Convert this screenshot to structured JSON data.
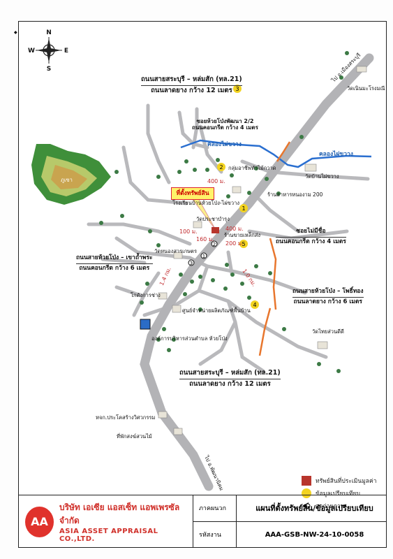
{
  "compass": {
    "n": "N",
    "s": "S",
    "e": "E",
    "w": "W"
  },
  "roads": {
    "main_top_line1": "ถนนสายสระบุรี – หล่มสัก (ทล.21)",
    "main_top_line2": "ถนนลาดยาง กว้าง 12 เมตร",
    "main_bottom_line1": "ถนนสายสระบุรี – หล่มสัก (ทล.21)",
    "main_bottom_line2": "ถนนลาดยาง กว้าง 12 เมตร",
    "soi_huaypong_line1": "ซอยห้วยโป่งพัฒนา 2/2",
    "soi_huaypong_line2": "ถนนคอนกรีต กว้าง 4 เมตร",
    "soi_noname_line1": "ซอยไม่มีชื่อ",
    "soi_noname_line2": "ถนนคอนกรีต กว้าง 4 เมตร",
    "huaypong_khaotham_line1": "ถนนสายห้วยโป่ง – เขาถ้ำพระ",
    "huaypong_khaotham_line2": "ถนนคอนกรีต กว้าง 6 เมตร",
    "huaypong_phothong_line1": "ถนนสายห้วยโป่ง – โพธิ์ทอง",
    "huaypong_phothong_line2": "ถนนลาดยาง กว้าง 6 เมตร",
    "to_top": "ไป อ.เมืองสระบุรี",
    "to_bottom": "ไป อ.พัฒนานิคม"
  },
  "canals": {
    "left": "คลองไผ่ขวาง",
    "right": "คลองไผ่ขวาง"
  },
  "mountain": "ภูเขา",
  "site_label": "ที่ตั้งทรัพย์สิน",
  "places": {
    "wat_noen": "วัดเนินมะโรงมณี",
    "wat_phai": "วัดบ้านไผ่ขวาง",
    "kuangdin": "กลุ่มอาชีพทำไม้กวาด",
    "school": "โรงเรียนบ้านห้วยโป่ง-ไผ่ขวาง",
    "shop": "ร้านอาหารหนองาม 200",
    "wat_prachao": "วัดประชาบำรุง",
    "panmai": "ร้านขายเหล็กส่ง",
    "wat_sakran": "วัดหนองสารเกษตร",
    "klongsang": "โกดังการช่าง",
    "center": "ศูนย์จำหน่ายผลิตภัณฑ์พื้นบ้าน",
    "obt": "องค์การบริหารส่วนตำบล ห้วยโป่ง",
    "wat_thai": "วัดไทยส่วนดีดี",
    "ptt": "หจก.ประโคสร้างวิศวกรรม",
    "police": "ที่พักสงฆ์สวนไม้"
  },
  "distances": {
    "d400a": "400 ม.",
    "d400b": "400 ม.",
    "d100": "100 ม.",
    "d160": "160 ม.",
    "d200": "200 ม.",
    "d14": "1.4 กม.",
    "d1": "1.0 กม."
  },
  "markers": [
    "1",
    "2",
    "3",
    "4",
    "5"
  ],
  "photo_points": [
    "1",
    "2",
    "3"
  ],
  "legend": {
    "property": "ทรัพย์สินที่ประเมินมูลค่า",
    "comparable": "ข้อมูลเปรียบเทียบ",
    "photo": "จุดถ่ายภาพ"
  },
  "footer": {
    "company_th": "บริษัท เอเซีย แอสเซ็ท แอพเพรซัล จำกัด",
    "company_en": "ASIA ASSET APPRAISAL CO.,LTD.",
    "logo_text": "AA",
    "section_label": "ภาคผนวก",
    "section_value": "แผนที่ตั้งทรัพย์สิน/ข้อมูลเปรียบเทียบ",
    "code_label": "รหัสงาน",
    "code_value": "AAA-GSB-NW-24-10-0058"
  },
  "colors": {
    "road": "#b3b3b6",
    "canal": "#2a6fd0",
    "orange_road": "#e8762d",
    "marker": "#f2d321",
    "property": "#b8352c",
    "mountain_outer": "#3f8f3a",
    "mountain_inner": "#c9a44f"
  }
}
